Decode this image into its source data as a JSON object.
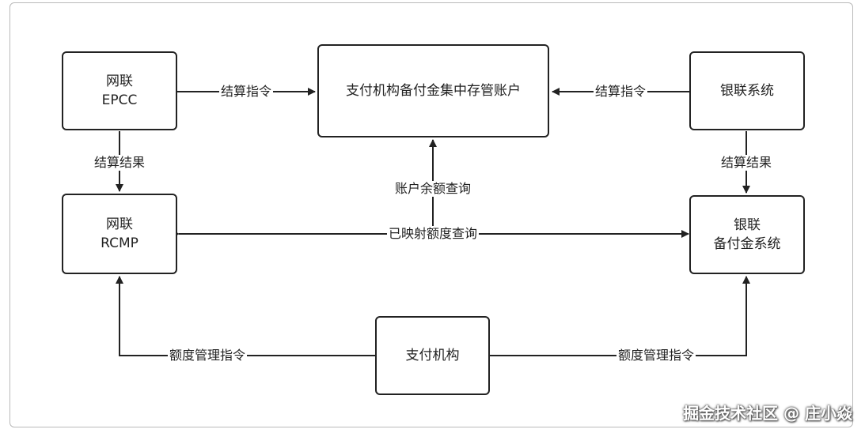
{
  "nodes": {
    "epcc": {
      "line1": "网联",
      "line2": "EPCC"
    },
    "central_account": {
      "line1": "支付机构备付金集中存管账户"
    },
    "unionpay": {
      "line1": "银联系统"
    },
    "rcmp": {
      "line1": "网联",
      "line2": "RCMP"
    },
    "unionpay_reserve": {
      "line1": "银联",
      "line2": "备付金系统"
    },
    "payment_institution": {
      "line1": "支付机构"
    }
  },
  "edges": {
    "epcc_to_account": "结算指令",
    "unionpay_to_account": "结算指令",
    "epcc_to_rcmp": "结算结果",
    "unionpay_to_reserve": "结算结果",
    "balance_query": "账户余额查询",
    "mapped_quota_query": "已映射额度查询",
    "institution_to_rcmp": "额度管理指令",
    "institution_to_reserve": "额度管理指令"
  },
  "watermark": "掘金技术社区 @ 庄小焱",
  "colors": {
    "line": "#222222",
    "border": "#b9b9b9"
  }
}
